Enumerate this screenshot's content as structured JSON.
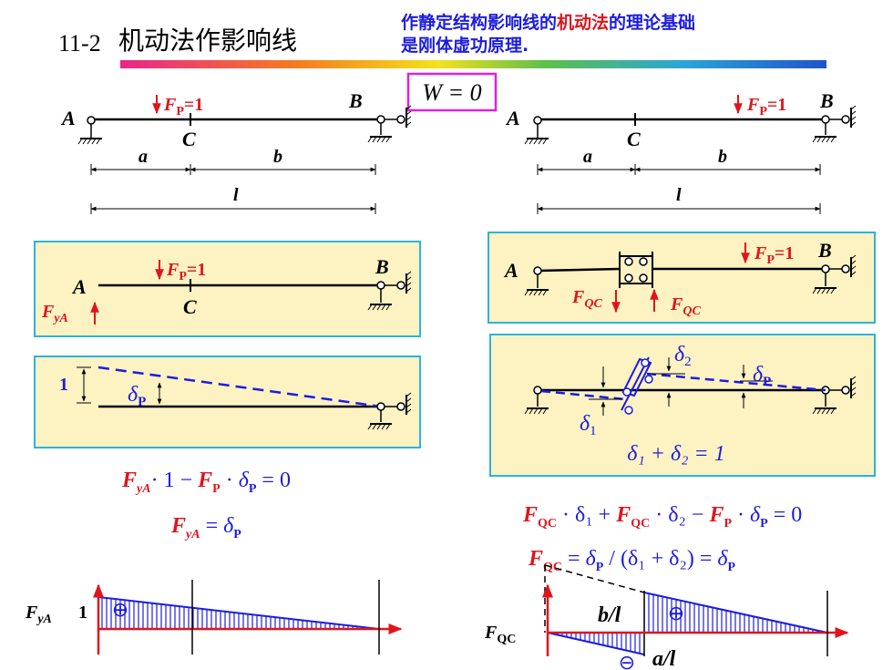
{
  "header": {
    "section_number": "11-2",
    "section_title": "机动法作影响线",
    "subtitle_line1_a": "作静定结构影响线的",
    "subtitle_line1_b": "机动法",
    "subtitle_line1_c": "的理论基础",
    "subtitle_line2": "是刚体虚功原理."
  },
  "virtual_work_box": "W = 0",
  "labels": {
    "A": "A",
    "B": "B",
    "C": "C",
    "a": "a",
    "b": "b",
    "l": "l",
    "FP": "F",
    "P": "P",
    "eq1": "=1",
    "FyA_F": "F",
    "FyA_sub": "yA",
    "FQC_F": "F",
    "FQC_sub": "QC",
    "one": "1",
    "delta": "δ",
    "sub_P": "P",
    "sub_1": "1",
    "sub_2": "2",
    "plus": "⊕",
    "minus": "⊖",
    "b_over_l": "b/l",
    "a_over_l": "a/l"
  },
  "equations": {
    "left_eq1": "· 1 − ",
    "left_eq1_b": " · ",
    "left_eq1_end": " = 0",
    "left_eq2": " = ",
    "right_box_eq": "δ₁ + δ₂ = 1",
    "right_eq1_a": " · δ₁ + ",
    "right_eq1_b": " · δ₂ − ",
    "right_eq1_c": " · ",
    "right_eq1_end": " = 0",
    "right_eq2_a": " = ",
    "right_eq2_b": " / (δ₁ + δ₂) = "
  },
  "colors": {
    "accent_red": "#e0141c",
    "accent_blue": "#1c1ce0",
    "panel_fill": "#fdf2c2",
    "panel_border": "#2ab4dc",
    "box_border": "#e020e0"
  }
}
